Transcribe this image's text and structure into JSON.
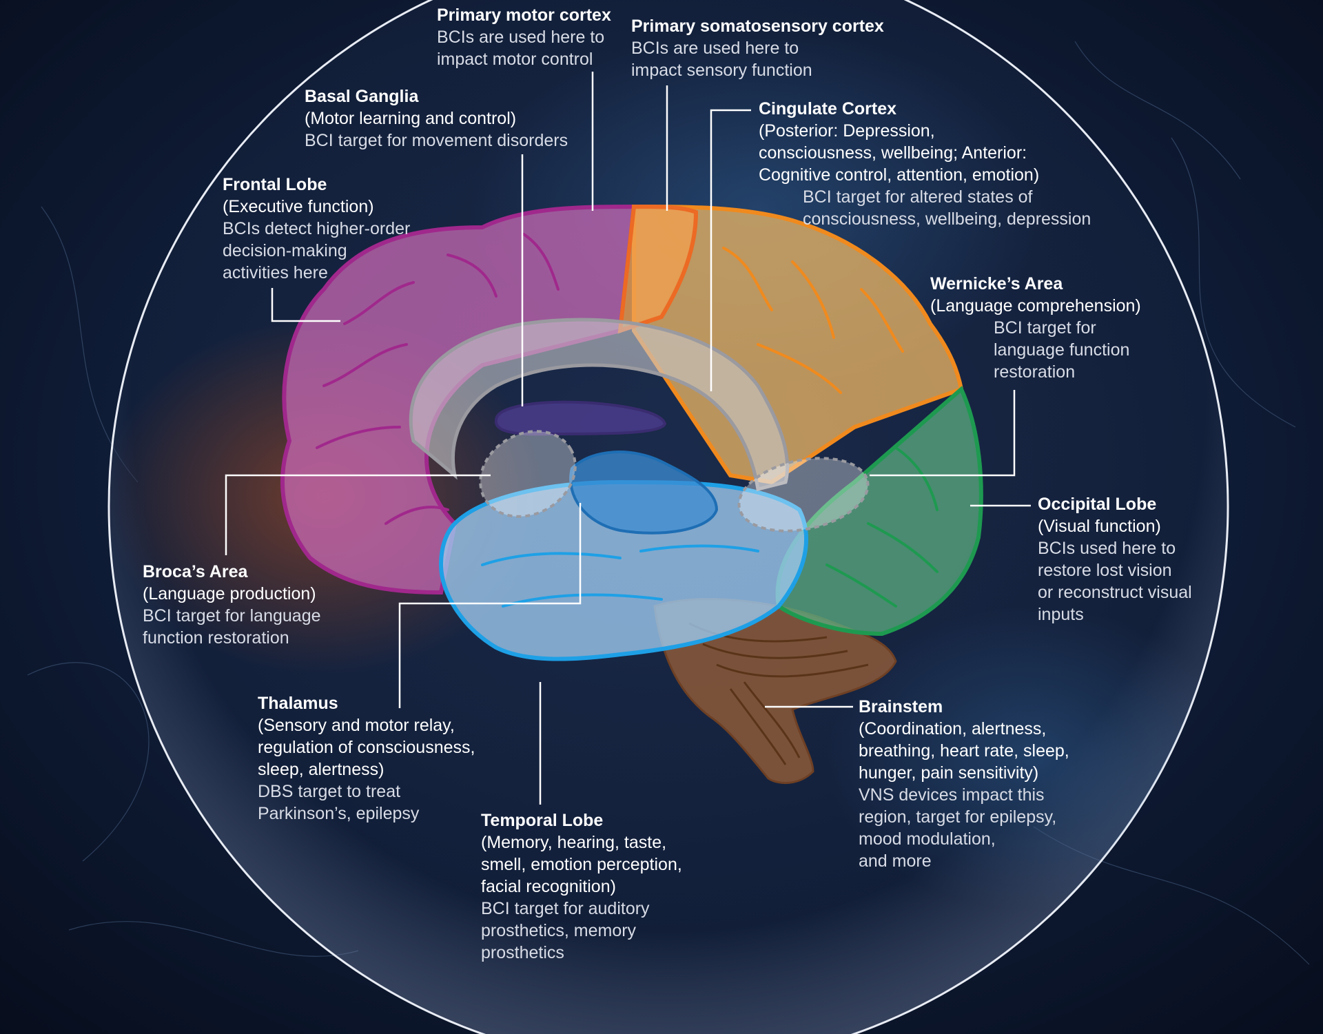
{
  "colors": {
    "frontal": "#a0288c",
    "frontal_fill": "#c86ab4",
    "parietal": "#f08a1e",
    "parietal_fill": "#f0b864",
    "somatosensory": "#ec6a24",
    "occipital": "#1e9a50",
    "occipital_fill": "#5cae82",
    "temporal": "#1ea0e6",
    "temporal_fill": "#9cc8ee",
    "brainstem": "#8c5a3a",
    "cingulate_fill": "#c8c8cc",
    "basal_ganglia": "#4a3c8c",
    "thalamus": "#3c8cd2",
    "leader": "#ffffff"
  },
  "labels": {
    "primary_motor": {
      "title": "Primary motor cortex",
      "desc": "BCIs are used here to\nimpact motor control"
    },
    "primary_somatosensory": {
      "title": "Primary somatosensory cortex",
      "desc": "BCIs are used here to\nimpact sensory function"
    },
    "basal_ganglia": {
      "title": "Basal Ganglia",
      "sub": "(Motor learning and control)",
      "desc": "BCI target for movement disorders"
    },
    "cingulate": {
      "title": "Cingulate Cortex",
      "sub": "(Posterior: Depression,\nconsciousness, wellbeing; Anterior:\nCognitive control, attention, emotion)",
      "desc": "BCI target for altered states of\nconsciousness, wellbeing, depression"
    },
    "frontal": {
      "title": "Frontal Lobe",
      "sub": "(Executive function)",
      "desc": "BCIs detect higher-order\ndecision-making\nactivities here"
    },
    "wernicke": {
      "title": "Wernicke’s Area",
      "sub": "(Language comprehension)",
      "desc": "BCI target for\nlanguage function\nrestoration"
    },
    "occipital": {
      "title": "Occipital Lobe",
      "sub": "(Visual function)",
      "desc": "BCIs used here to\nrestore lost vision\nor reconstruct visual\ninputs"
    },
    "broca": {
      "title": "Broca’s Area",
      "sub": "(Language production)",
      "desc": "BCI target for language\nfunction restoration"
    },
    "thalamus": {
      "title": "Thalamus",
      "sub": "(Sensory and motor relay,\nregulation of consciousness,\nsleep, alertness)",
      "desc": "DBS target to treat\nParkinson’s, epilepsy"
    },
    "brainstem": {
      "title": "Brainstem",
      "sub": "(Coordination, alertness,\nbreathing, heart rate, sleep,\nhunger, pain sensitivity)",
      "desc": "VNS devices impact this\nregion, target for epilepsy,\nmood modulation,\nand more"
    },
    "temporal": {
      "title": "Temporal Lobe",
      "sub": "(Memory, hearing, taste,\nsmell, emotion perception,\nfacial recognition)",
      "desc": "BCI target for auditory\nprosthetics, memory\nprosthetics"
    }
  }
}
